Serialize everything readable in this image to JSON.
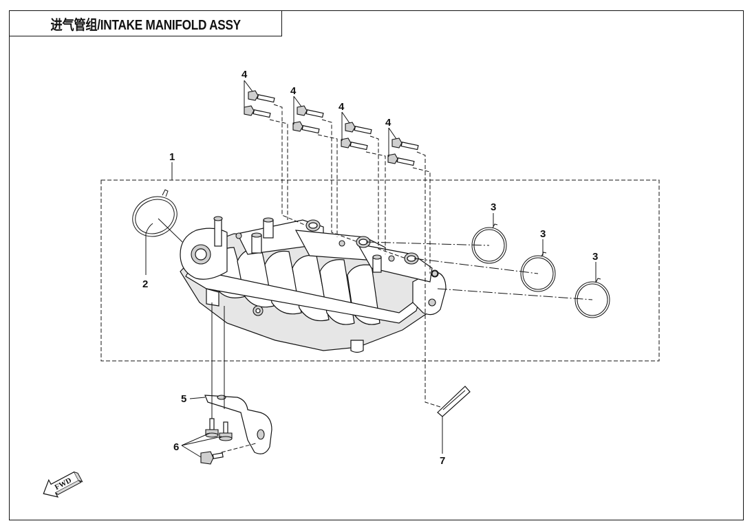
{
  "title": "进气管组/INTAKE MANIFOLD ASSY",
  "callouts": {
    "c1": "1",
    "c2": "2",
    "c3a": "3",
    "c3b": "3",
    "c3c": "3",
    "c4a": "4",
    "c4b": "4",
    "c4c": "4",
    "c4d": "4",
    "c5": "5",
    "c6": "6",
    "c7": "7"
  },
  "fwd_label": "FWD"
}
